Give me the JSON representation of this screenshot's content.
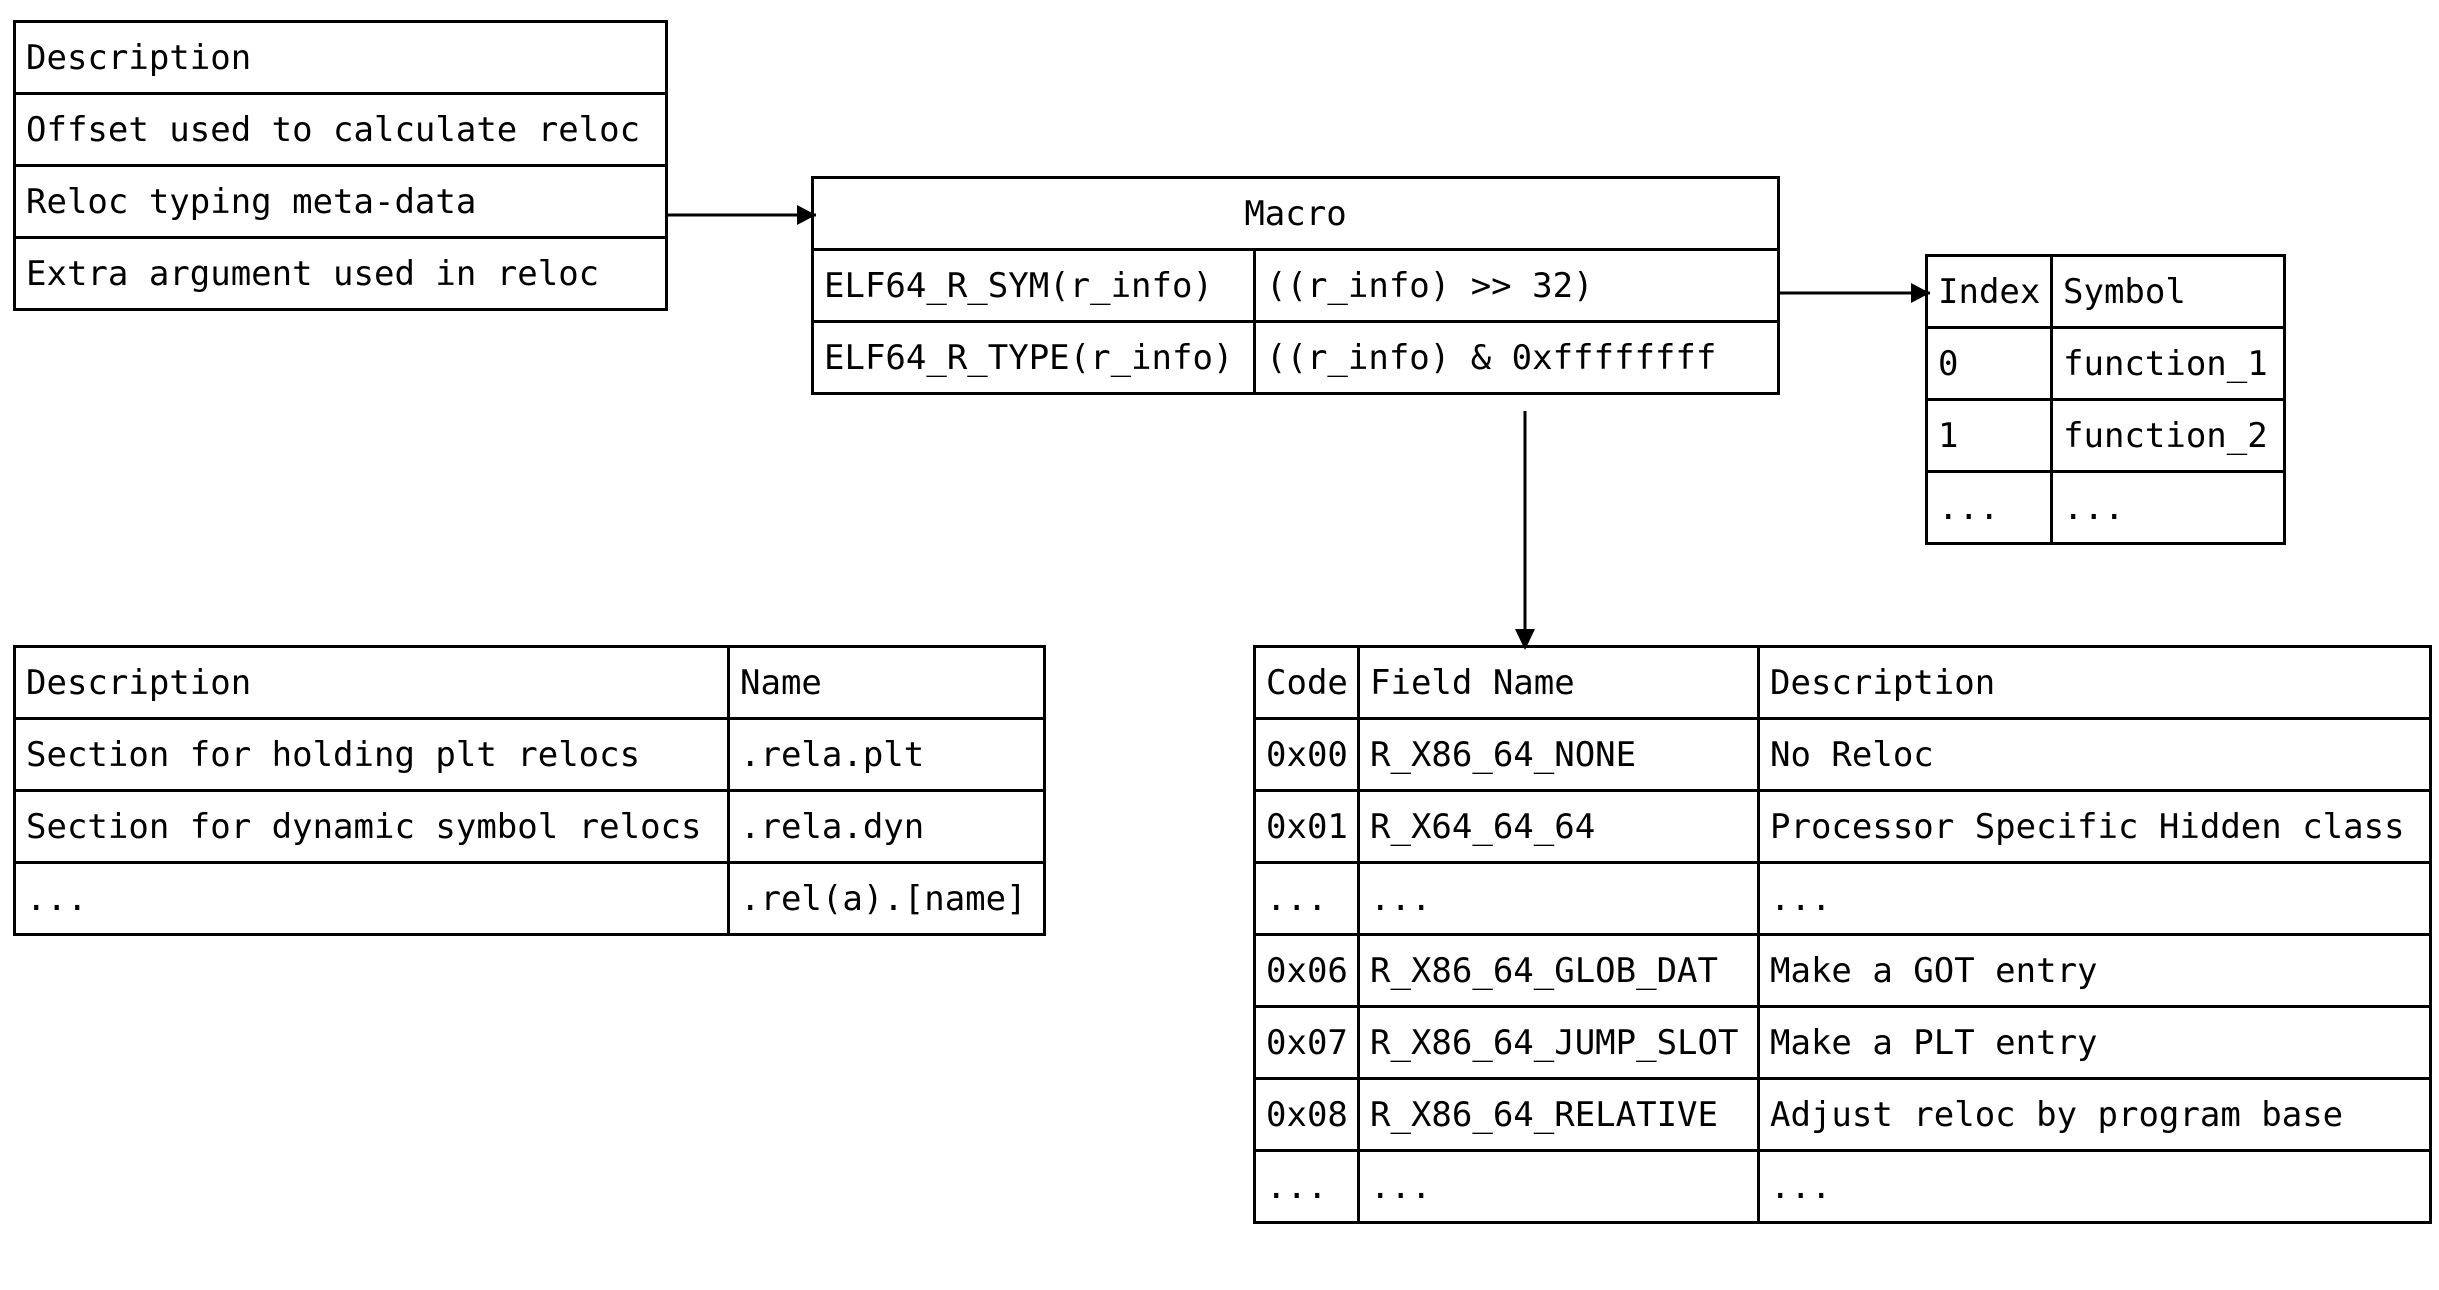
{
  "meta_table": {
    "rows": [
      "Description",
      "Offset used to calculate reloc",
      "Reloc typing meta-data",
      "Extra argument used in reloc"
    ]
  },
  "macro_table": {
    "header": "Macro",
    "rows": [
      [
        "ELF64_R_SYM(r_info)",
        "((r_info) >> 32)"
      ],
      [
        "ELF64_R_TYPE(r_info)",
        "((r_info) & 0xffffffff"
      ]
    ]
  },
  "symbol_table": {
    "headers": [
      "Index",
      "Symbol"
    ],
    "rows": [
      [
        "0",
        "function_1"
      ],
      [
        "1",
        "function_2"
      ],
      [
        "...",
        "..."
      ]
    ]
  },
  "section_table": {
    "headers": [
      "Description",
      "Name"
    ],
    "rows": [
      [
        "Section for holding plt relocs",
        ".rela.plt"
      ],
      [
        "Section for dynamic symbol relocs",
        ".rela.dyn"
      ],
      [
        "...",
        ".rel(a).[name]"
      ]
    ]
  },
  "reloc_type_table": {
    "headers": [
      "Code",
      "Field Name",
      "Description"
    ],
    "rows": [
      [
        "0x00",
        "R_X86_64_NONE",
        "No Reloc"
      ],
      [
        "0x01",
        "R_X64_64_64",
        "Processor Specific Hidden class"
      ],
      [
        "...",
        "...",
        "..."
      ],
      [
        "0x06",
        "R_X86_64_GLOB_DAT",
        "Make a GOT entry"
      ],
      [
        "0x07",
        "R_X86_64_JUMP_SLOT",
        "Make a PLT entry"
      ],
      [
        "0x08",
        "R_X86_64_RELATIVE",
        "Adjust reloc by program base"
      ],
      [
        "...",
        "...",
        "..."
      ]
    ]
  },
  "colors": {
    "line": "#000000",
    "background": "#ffffff",
    "text": "#000000"
  }
}
